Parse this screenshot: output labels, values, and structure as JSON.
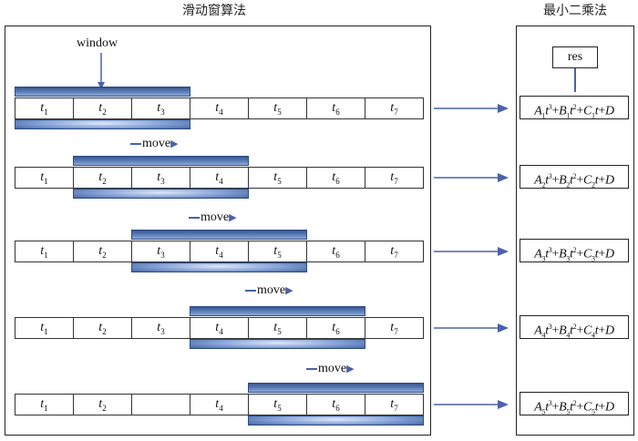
{
  "titles": {
    "left": "滑动窗算法",
    "right": "最小二乘法"
  },
  "window_label": "window",
  "res_label": "res",
  "move_label": "move",
  "cells": [
    [
      {
        "v": "t",
        "s": "1"
      },
      {
        "v": "t",
        "s": "2"
      },
      {
        "v": "t",
        "s": "3"
      },
      {
        "v": "t",
        "s": "4"
      },
      {
        "v": "t",
        "s": "5"
      },
      {
        "v": "t",
        "s": "6"
      },
      {
        "v": "t",
        "s": "7"
      }
    ],
    [
      {
        "v": "t",
        "s": "1"
      },
      {
        "v": "t",
        "s": "2"
      },
      {
        "v": "t",
        "s": "3"
      },
      {
        "v": "t",
        "s": "4"
      },
      {
        "v": "t",
        "s": "5"
      },
      {
        "v": "t",
        "s": "6"
      },
      {
        "v": "t",
        "s": "7"
      }
    ],
    [
      {
        "v": "t",
        "s": "1"
      },
      {
        "v": "t",
        "s": "2"
      },
      {
        "v": "t",
        "s": "3"
      },
      {
        "v": "t",
        "s": "4"
      },
      {
        "v": "t",
        "s": "5"
      },
      {
        "v": "t",
        "s": "6"
      },
      {
        "v": "t",
        "s": "7"
      }
    ],
    [
      {
        "v": "t",
        "s": "1"
      },
      {
        "v": "t",
        "s": "2"
      },
      {
        "v": "t",
        "s": "3"
      },
      {
        "v": "t",
        "s": "4"
      },
      {
        "v": "t",
        "s": "5"
      },
      {
        "v": "t",
        "s": "6"
      },
      {
        "v": "t",
        "s": "7"
      }
    ],
    [
      {
        "v": "t",
        "s": "1"
      },
      {
        "v": "t",
        "s": "2"
      },
      {
        "v": "",
        "s": ""
      },
      {
        "v": "t",
        "s": "4"
      },
      {
        "v": "t",
        "s": "5"
      },
      {
        "v": "t",
        "s": "6"
      },
      {
        "v": "t",
        "s": "7"
      }
    ]
  ],
  "window_start_index": [
    0,
    1,
    2,
    3,
    4
  ],
  "window_size": 3,
  "formulas": [
    {
      "a": "A",
      "an": "1",
      "b": "B",
      "bn": "1",
      "c": "C",
      "cn": "1",
      "d": "D"
    },
    {
      "a": "A",
      "an": "2",
      "b": "B",
      "bn": "2",
      "c": "C",
      "cn": "2",
      "d": "D"
    },
    {
      "a": "A",
      "an": "3",
      "b": "B",
      "bn": "3",
      "c": "C",
      "cn": "3",
      "d": "D"
    },
    {
      "a": "A",
      "an": "4",
      "b": "B",
      "bn": "4",
      "c": "C",
      "cn": "4",
      "d": "D"
    },
    {
      "a": "A",
      "an": "5",
      "b": "B",
      "bn": "5",
      "c": "C",
      "cn": "5",
      "d": "D"
    }
  ],
  "colors": {
    "accent": "#4a62a8",
    "band_dark": "#2f4f8c",
    "band_light": "#c9d8f0"
  }
}
